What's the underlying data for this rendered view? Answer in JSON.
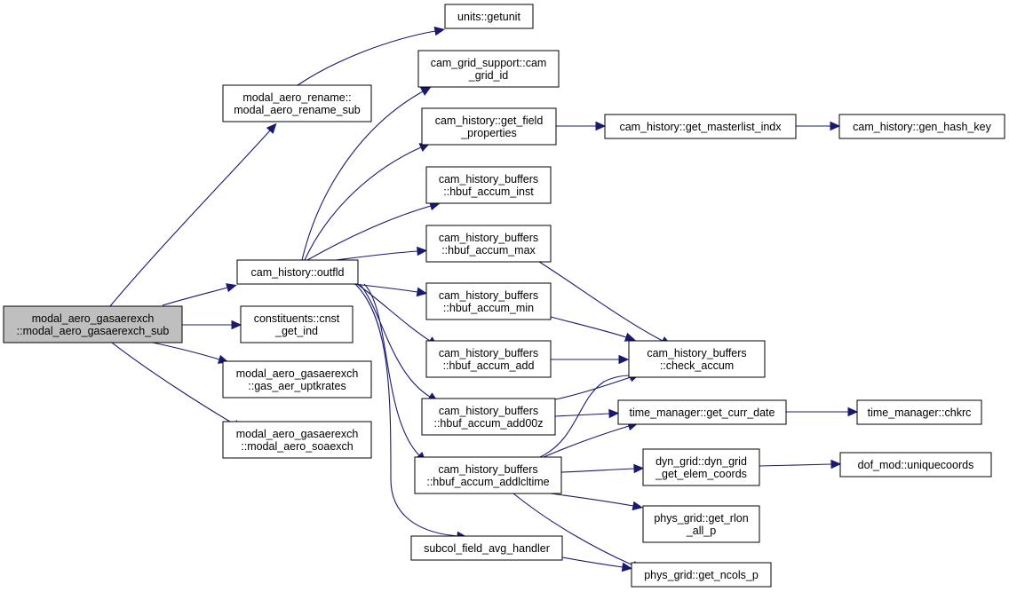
{
  "graph": {
    "colors": {
      "edge": "#191970",
      "node_fill": "#ffffff",
      "root_fill": "#bfbfbf",
      "border": "#000000"
    },
    "nodes": [
      {
        "id": "root",
        "lines": [
          "modal_aero_gasaerexch",
          "::modal_aero_gasaerexch_sub"
        ],
        "root": true
      },
      {
        "id": "rename",
        "lines": [
          "modal_aero_rename::",
          "modal_aero_rename_sub"
        ]
      },
      {
        "id": "outfld",
        "lines": [
          "cam_history::outfld"
        ]
      },
      {
        "id": "cnst",
        "lines": [
          "constituents::cnst",
          "_get_ind"
        ]
      },
      {
        "id": "uptk",
        "lines": [
          "modal_aero_gasaerexch",
          "::gas_aer_uptkrates"
        ]
      },
      {
        "id": "soa",
        "lines": [
          "modal_aero_gasaerexch",
          "::modal_aero_soaexch"
        ]
      },
      {
        "id": "getunit",
        "lines": [
          "units::getunit"
        ]
      },
      {
        "id": "gridid",
        "lines": [
          "cam_grid_support::cam",
          "_grid_id"
        ]
      },
      {
        "id": "getfield",
        "lines": [
          "cam_history::get_field",
          "_properties"
        ]
      },
      {
        "id": "inst",
        "lines": [
          "cam_history_buffers",
          "::hbuf_accum_inst"
        ]
      },
      {
        "id": "max",
        "lines": [
          "cam_history_buffers",
          "::hbuf_accum_max"
        ]
      },
      {
        "id": "min",
        "lines": [
          "cam_history_buffers",
          "::hbuf_accum_min"
        ]
      },
      {
        "id": "add",
        "lines": [
          "cam_history_buffers",
          "::hbuf_accum_add"
        ]
      },
      {
        "id": "add00z",
        "lines": [
          "cam_history_buffers",
          "::hbuf_accum_add00z"
        ]
      },
      {
        "id": "addlcl",
        "lines": [
          "cam_history_buffers",
          "::hbuf_accum_addlcltime"
        ]
      },
      {
        "id": "subcol",
        "lines": [
          "subcol_field_avg_handler"
        ]
      },
      {
        "id": "masterlist",
        "lines": [
          "cam_history::get_masterlist_indx"
        ]
      },
      {
        "id": "hashkey",
        "lines": [
          "cam_history::gen_hash_key"
        ]
      },
      {
        "id": "checkaccum",
        "lines": [
          "cam_history_buffers",
          "::check_accum"
        ]
      },
      {
        "id": "currdate",
        "lines": [
          "time_manager::get_curr_date"
        ]
      },
      {
        "id": "chkrc",
        "lines": [
          "time_manager::chkrc"
        ]
      },
      {
        "id": "elemcoords",
        "lines": [
          "dyn_grid::dyn_grid",
          "_get_elem_coords"
        ]
      },
      {
        "id": "unique",
        "lines": [
          "dof_mod::uniquecoords"
        ]
      },
      {
        "id": "rlon",
        "lines": [
          "phys_grid::get_rlon",
          "_all_p"
        ]
      },
      {
        "id": "ncols",
        "lines": [
          "phys_grid::get_ncols_p"
        ]
      }
    ],
    "edges": [
      [
        "root",
        "rename"
      ],
      [
        "root",
        "outfld"
      ],
      [
        "root",
        "cnst"
      ],
      [
        "root",
        "uptk"
      ],
      [
        "root",
        "soa"
      ],
      [
        "rename",
        "getunit"
      ],
      [
        "outfld",
        "gridid"
      ],
      [
        "outfld",
        "getfield"
      ],
      [
        "outfld",
        "inst"
      ],
      [
        "outfld",
        "max"
      ],
      [
        "outfld",
        "min"
      ],
      [
        "outfld",
        "add"
      ],
      [
        "outfld",
        "add00z"
      ],
      [
        "outfld",
        "addlcl"
      ],
      [
        "outfld",
        "subcol"
      ],
      [
        "getfield",
        "masterlist"
      ],
      [
        "masterlist",
        "hashkey"
      ],
      [
        "max",
        "checkaccum"
      ],
      [
        "min",
        "checkaccum"
      ],
      [
        "add",
        "checkaccum"
      ],
      [
        "add00z",
        "checkaccum"
      ],
      [
        "add00z",
        "currdate"
      ],
      [
        "addlcl",
        "checkaccum"
      ],
      [
        "addlcl",
        "currdate"
      ],
      [
        "addlcl",
        "elemcoords"
      ],
      [
        "addlcl",
        "rlon"
      ],
      [
        "addlcl",
        "ncols"
      ],
      [
        "currdate",
        "chkrc"
      ],
      [
        "elemcoords",
        "unique"
      ],
      [
        "subcol",
        "ncols"
      ]
    ]
  }
}
